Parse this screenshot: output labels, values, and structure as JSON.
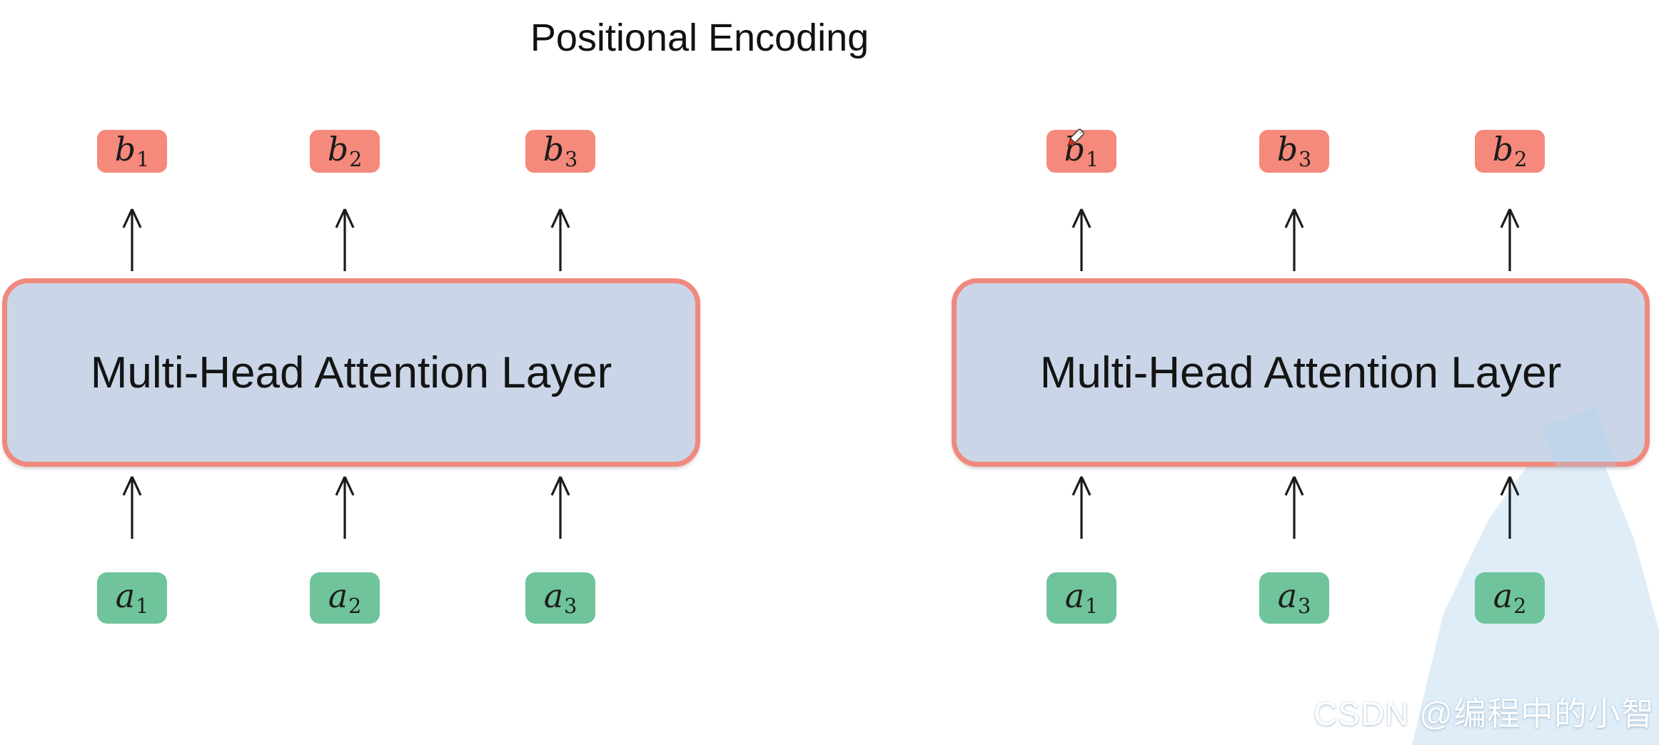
{
  "title": "Positional Encoding",
  "watermark": "CSDN @编程中的小智",
  "colors": {
    "bg": "#ffffff",
    "output-box": "#F5897B",
    "input-box": "#6FC49C",
    "layer-fill": "#CAD6E8",
    "layer-border": "#F0897D",
    "arrow": "#1b1b1b",
    "text": "#141414",
    "wedge": "#D9EAF7",
    "watermark-color": "#ffffff"
  },
  "diagrams": [
    {
      "layer_label": "Multi-Head Attention Layer",
      "outputs": [
        {
          "text": "b",
          "sub": "1"
        },
        {
          "text": "b",
          "sub": "2"
        },
        {
          "text": "b",
          "sub": "3"
        }
      ],
      "inputs": [
        {
          "text": "a",
          "sub": "1"
        },
        {
          "text": "a",
          "sub": "2"
        },
        {
          "text": "a",
          "sub": "3"
        }
      ]
    },
    {
      "layer_label": "Multi-Head Attention Layer",
      "outputs": [
        {
          "text": "b",
          "sub": "1"
        },
        {
          "text": "b",
          "sub": "3"
        },
        {
          "text": "b",
          "sub": "2"
        }
      ],
      "inputs": [
        {
          "text": "a",
          "sub": "1"
        },
        {
          "text": "a",
          "sub": "3"
        },
        {
          "text": "a",
          "sub": "2"
        }
      ]
    }
  ],
  "cursor": {
    "name": "pen-cursor"
  }
}
